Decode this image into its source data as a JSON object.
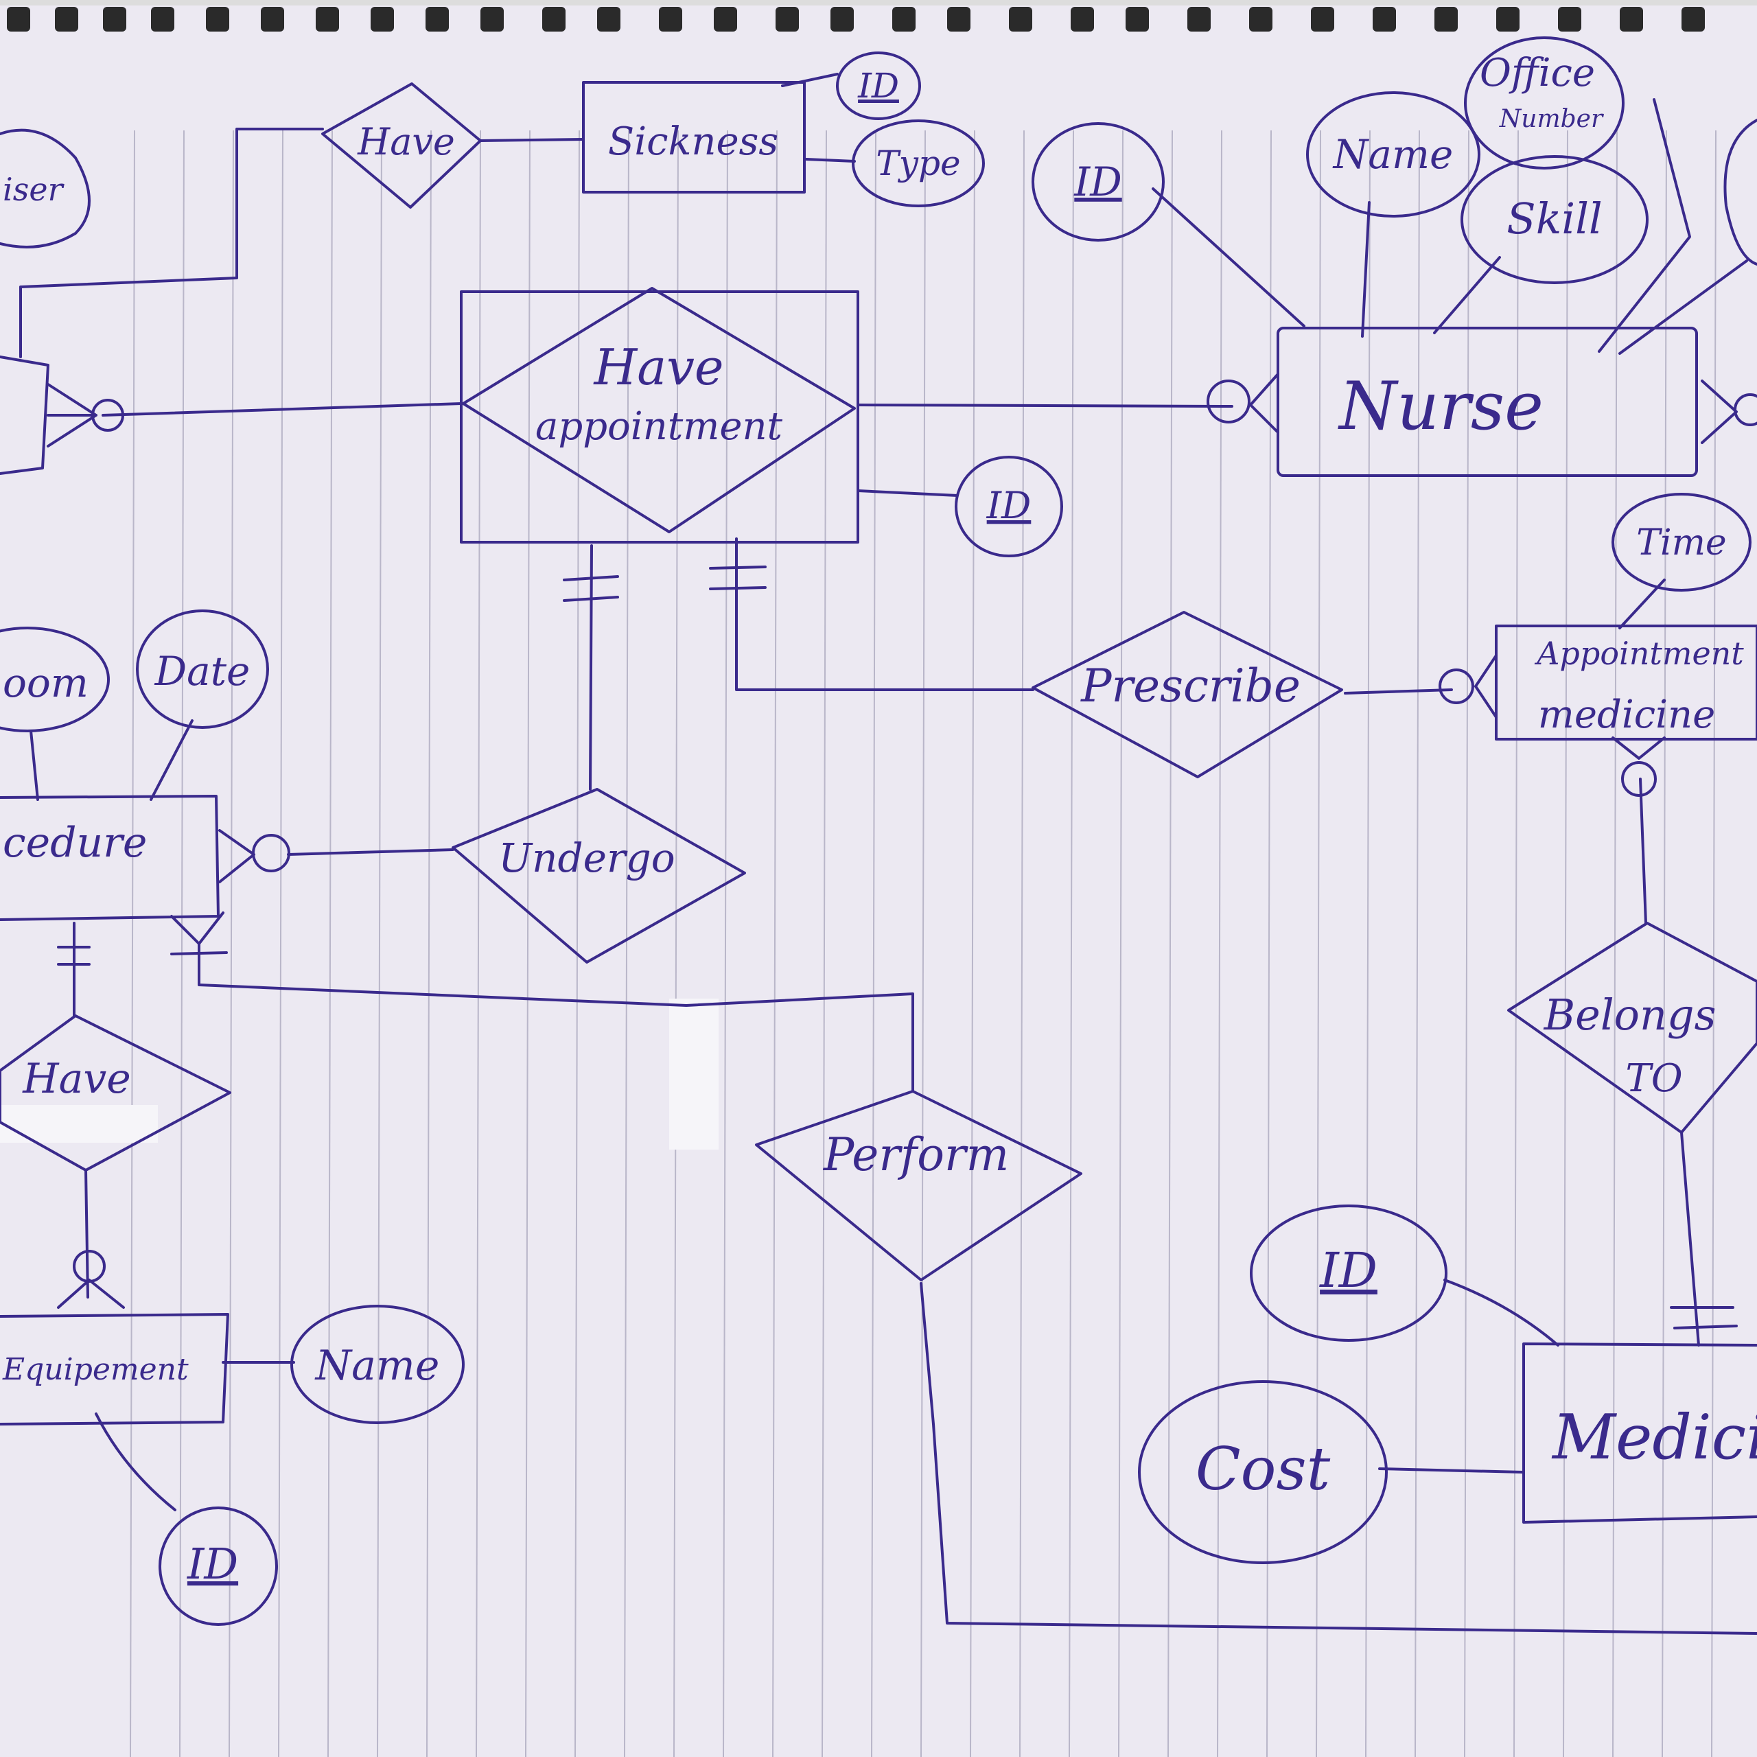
{
  "colors": {
    "paper": "#ece9f2",
    "ink": "#3a2a8c",
    "ruling": "#b9b6c9",
    "binding": "#2a2a2a"
  },
  "entities": {
    "sickness": "Sickness",
    "nurse": "Nurse",
    "appointment_medicine_line1": "Appointment",
    "appointment_medicine_line2": "medicine",
    "procedure": "cedure",
    "equipment": "Equipement",
    "medicine": "Medici"
  },
  "relationships": {
    "have_top": "Have",
    "have_appointment_line1": "Have",
    "have_appointment_line2": "appointment",
    "prescribe": "Prescribe",
    "undergo": "Undergo",
    "have_left": "Have",
    "perform": "Perform",
    "belongs_to_line1": "Belongs",
    "belongs_to_line2": "TO"
  },
  "attributes": {
    "sickness_id": "ID",
    "sickness_type": "Type",
    "appointment_id": "ID",
    "nurse_id": "ID",
    "nurse_name": "Name",
    "nurse_skill": "Skill",
    "nurse_office_line1": "Office",
    "nurse_office_line2": "Number",
    "appt_med_time": "Time",
    "procedure_room": "oom",
    "procedure_date": "Date",
    "equipment_name": "Name",
    "equipment_id": "ID",
    "medicine_id": "ID",
    "medicine_cost": "Cost",
    "top_left_partial": "iser"
  }
}
